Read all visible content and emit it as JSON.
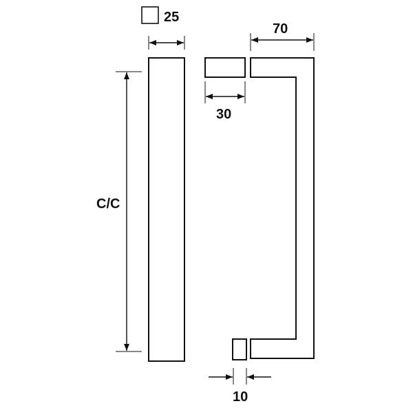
{
  "drawing": {
    "square_section_size": "25",
    "handle_depth": "70",
    "bar_width": "30",
    "centre_to_centre": "C/C",
    "gap": "10",
    "colors": {
      "line": "#111111",
      "background": "#ffffff"
    },
    "icons": {
      "square_section": "square-section-symbol",
      "arrow": "filled-arrowhead"
    }
  }
}
